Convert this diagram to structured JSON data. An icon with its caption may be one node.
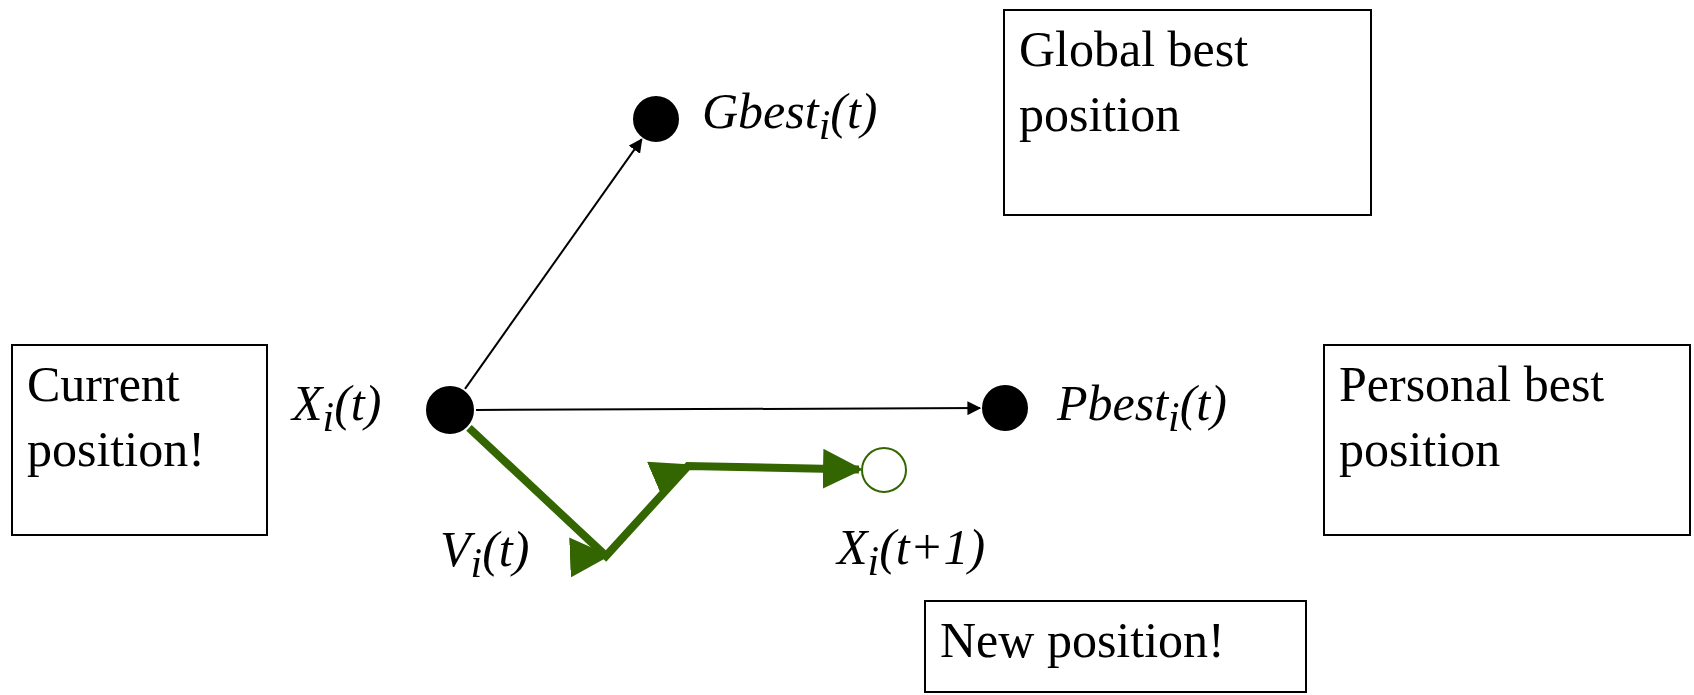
{
  "diagram": {
    "nodes": [
      {
        "text": [],
        "shape": "circle",
        "beside": [
          "Gbest$_{i}$(t)"
        ]
      },
      {
        "text": [
          "Global best position"
        ]
      },
      {
        "text": [
          "Current position!"
        ]
      },
      {
        "text": [],
        "shape": "circle",
        "beside": [
          "X$_{i}$(t)"
        ]
      },
      {
        "text": [],
        "shape": "circle",
        "beside": [
          "Pbest$_{i}$(t)"
        ]
      },
      {
        "text": [
          "Personal best position"
        ]
      },
      {
        "text": [],
        "shape": "circle",
        "beside": [
          "X$_{i}$(t+1)"
        ]
      },
      {
        "text": [
          "New position!"
        ]
      }
    ],
    "edges": [
      {
        "from": 3,
        "to": 0,
        "arrow": "to"
      },
      {
        "from": 3,
        "to": 4,
        "arrow": "to"
      },
      {
        "from": 3,
        "to": 6,
        "arrow": "to",
        "label": "V$_{i}$(t)",
        "style": "thick",
        "color": "#336600"
      }
    ]
  }
}
